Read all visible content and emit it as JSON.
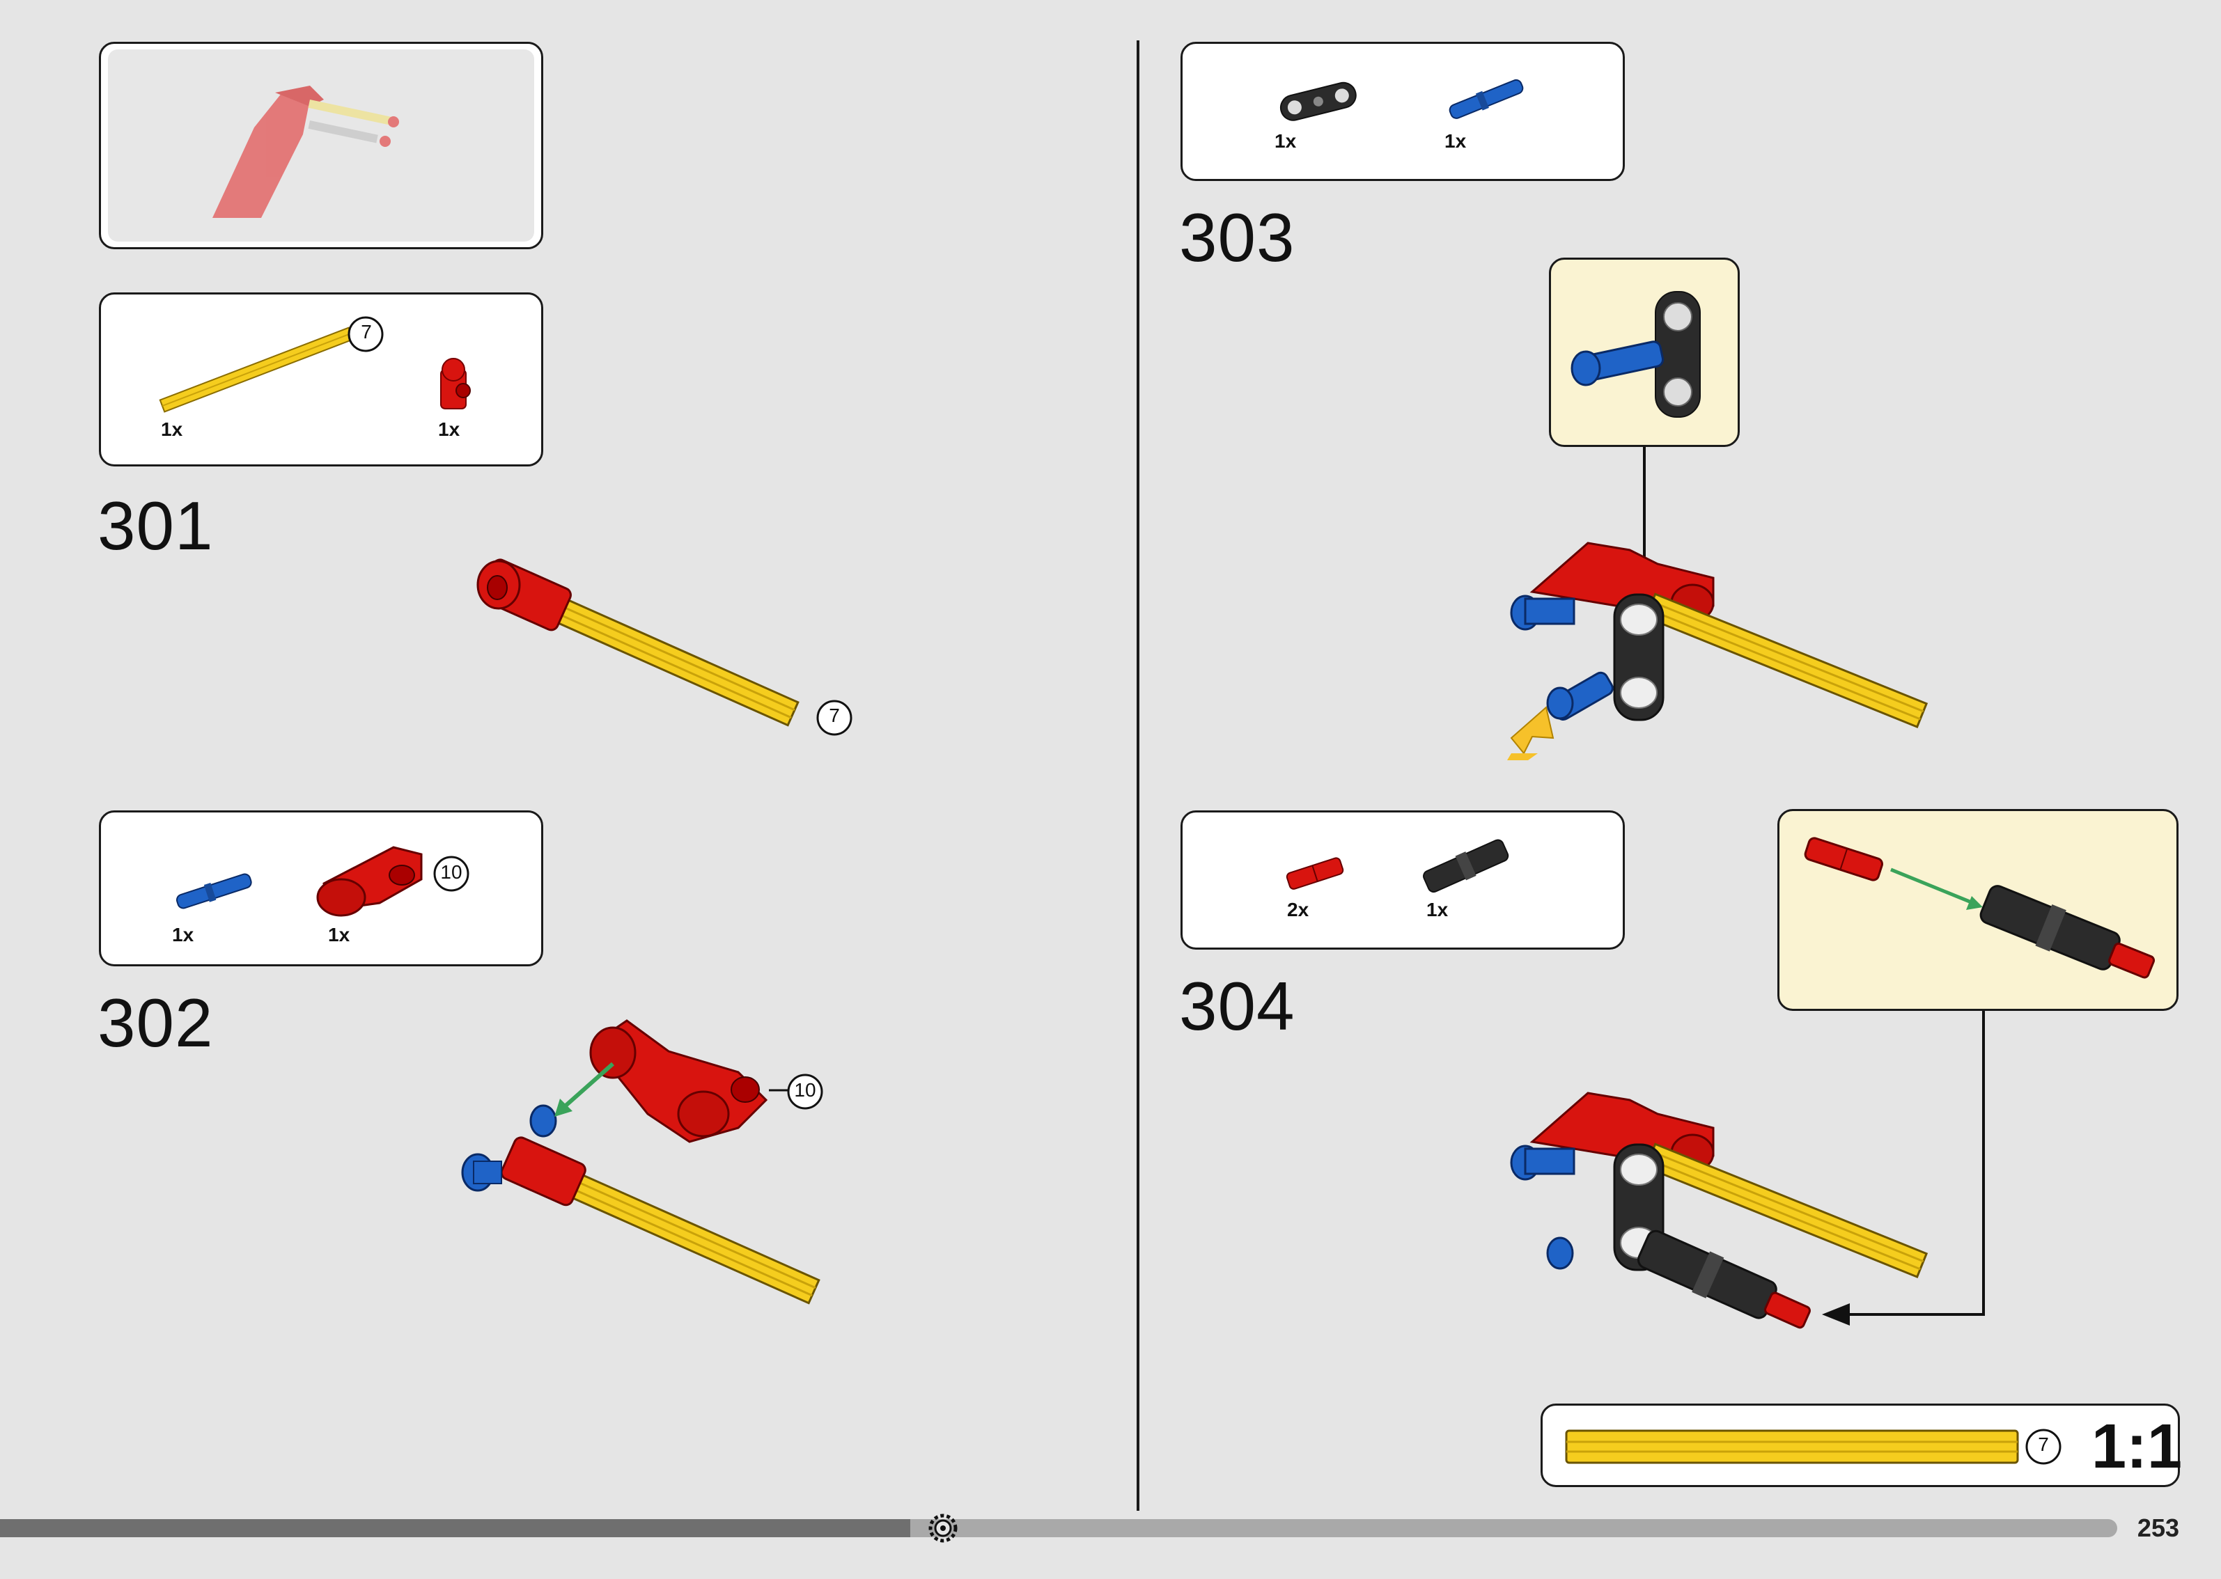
{
  "steps": [
    {
      "number": "301",
      "parts": [
        {
          "qty": "1x",
          "part": "yellow axle",
          "length_label": "7"
        },
        {
          "qty": "1x",
          "part": "red axle and pin connector"
        }
      ],
      "callout_label": "7"
    },
    {
      "number": "302",
      "parts": [
        {
          "qty": "1x",
          "part": "blue pin with friction"
        },
        {
          "qty": "1x",
          "part": "red beam connector",
          "length_label": "10"
        }
      ],
      "callout_label": "10"
    },
    {
      "number": "303",
      "parts": [
        {
          "qty": "1x",
          "part": "black double cross block"
        },
        {
          "qty": "1x",
          "part": "blue pin with friction"
        }
      ]
    },
    {
      "number": "304",
      "parts": [
        {
          "qty": "2x",
          "part": "red axle connector"
        },
        {
          "qty": "1x",
          "part": "black pin connector"
        }
      ]
    }
  ],
  "scale_reference": {
    "length_label": "7",
    "scale": "1:1"
  },
  "footer": {
    "page_number": "253",
    "progress_fraction": 0.43
  },
  "colors": {
    "background": "#e5e5e5",
    "callout_bg": "#faf3d2",
    "lego_red": "#d8140f",
    "lego_yellow": "#f5cd1e",
    "lego_blue": "#1f63c7",
    "lego_black": "#2b2b2b",
    "arrow_green": "#3aa35a",
    "arrow_yellow": "#f6c12a"
  },
  "icons": [
    "gear-icon",
    "arrow-down-icon",
    "arrow-left-icon",
    "push-arrow-icon"
  ]
}
